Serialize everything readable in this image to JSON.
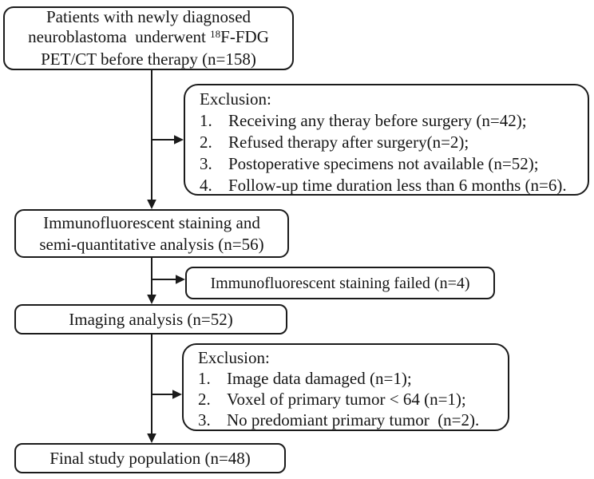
{
  "colors": {
    "line": "#1b1b1b",
    "text": "#161616",
    "background": "#ffffff"
  },
  "boxes": {
    "patients": {
      "line1": "Patients with newly diagnosed",
      "line2_pre": "neuroblastoma  underwent ",
      "line2_sup": "18",
      "line2_post": "F-FDG",
      "line3": "PET/CT before therapy (n=158)"
    },
    "exclusion1": {
      "title": "Exclusion:",
      "items": [
        "Receiving any theray before surgery (n=42);",
        "Refused therapy after surgery(n=2);",
        "Postoperative specimens not available (n=52);",
        "Follow-up time duration less than 6 months (n=6)."
      ]
    },
    "staining": {
      "line1": "Immunofluorescent staining and",
      "line2": "semi-quantitative analysis (n=56)"
    },
    "staining_failed": {
      "label": "Immunofluorescent staining failed (n=4)"
    },
    "imaging": {
      "label": "Imaging analysis (n=52)"
    },
    "exclusion2": {
      "title": "Exclusion:",
      "items": [
        "Image data damaged (n=1);",
        "Voxel of primary tumor < 64 (n=1);",
        "No predomiant primary tumor  (n=2)."
      ]
    },
    "final": {
      "label": "Final study population (n=48)"
    }
  }
}
